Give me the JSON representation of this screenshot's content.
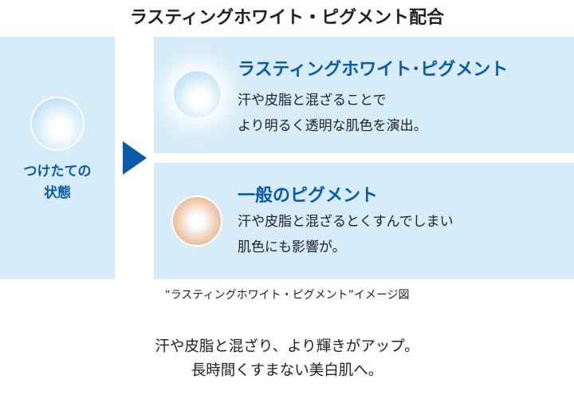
{
  "title": "ラスティングホワイト・ピグメント配合",
  "left_panel": {
    "label_line1": "つけたての",
    "label_line2": "状態"
  },
  "top_panel": {
    "heading": "ラスティングホワイト･ピグメント",
    "line1": "汗や皮脂と混ざることで",
    "line2": "より明るく透明な肌色を演出。"
  },
  "bottom_panel": {
    "heading": "一般のピグメント",
    "line1": "汗や皮脂と混ざるとくすんでしまい",
    "line2": "肌色にも影響が。"
  },
  "caption": "“ラスティングホワイト・ピグメント”イメージ図",
  "footer": {
    "line1": "汗や皮脂と混ざり、より輝きがアップ。",
    "line2": "長時間くすまない美白肌へ。"
  },
  "colors": {
    "accent": "#0b5aa8",
    "panel": "#d6ecf8"
  }
}
